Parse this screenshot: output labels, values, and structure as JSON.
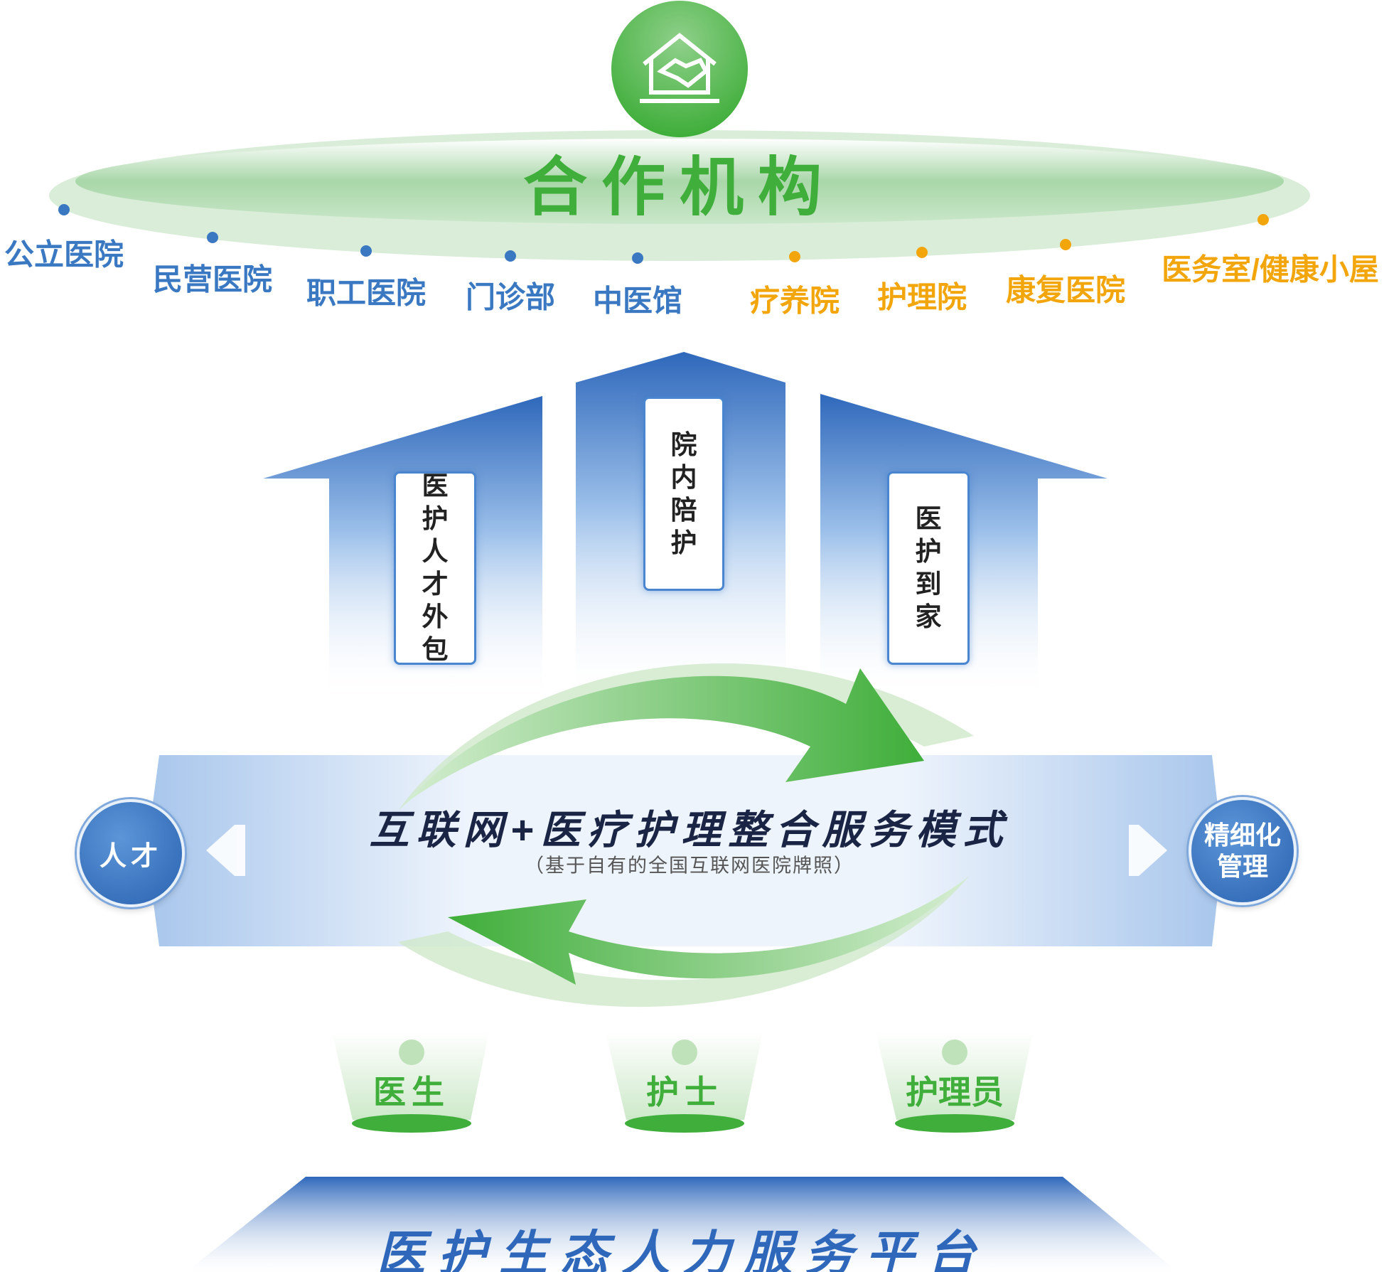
{
  "header": {
    "icon": "handshake-house-icon",
    "title": "合作机构"
  },
  "institutions": [
    {
      "label": "公立医院",
      "color": "#3a78c2"
    },
    {
      "label": "民营医院",
      "color": "#3a78c2"
    },
    {
      "label": "职工医院",
      "color": "#3a78c2"
    },
    {
      "label": "门诊部",
      "color": "#3a78c2"
    },
    {
      "label": "中医馆",
      "color": "#3a78c2"
    },
    {
      "label": "疗养院",
      "color": "#f2a60c"
    },
    {
      "label": "护理院",
      "color": "#f2a60c"
    },
    {
      "label": "康复医院",
      "color": "#f2a60c"
    },
    {
      "label": "医务室/健康小屋",
      "color": "#f2a60c"
    }
  ],
  "services": [
    "医护人才外包",
    "院内陪护",
    "医护到家"
  ],
  "model": {
    "title": "互联网+医疗护理整合服务模式",
    "subtitle": "（基于自有的全国互联网医院牌照）",
    "left_circle": "人才",
    "right_circle": "精细化管理"
  },
  "roles": [
    "医生",
    "护士",
    "护理员"
  ],
  "platform": {
    "title": "医护生态人力服务平台"
  },
  "colors": {
    "green": "#3fae3a",
    "blue": "#3a78c2",
    "orange": "#f2a60c",
    "navy": "#1a2444"
  }
}
